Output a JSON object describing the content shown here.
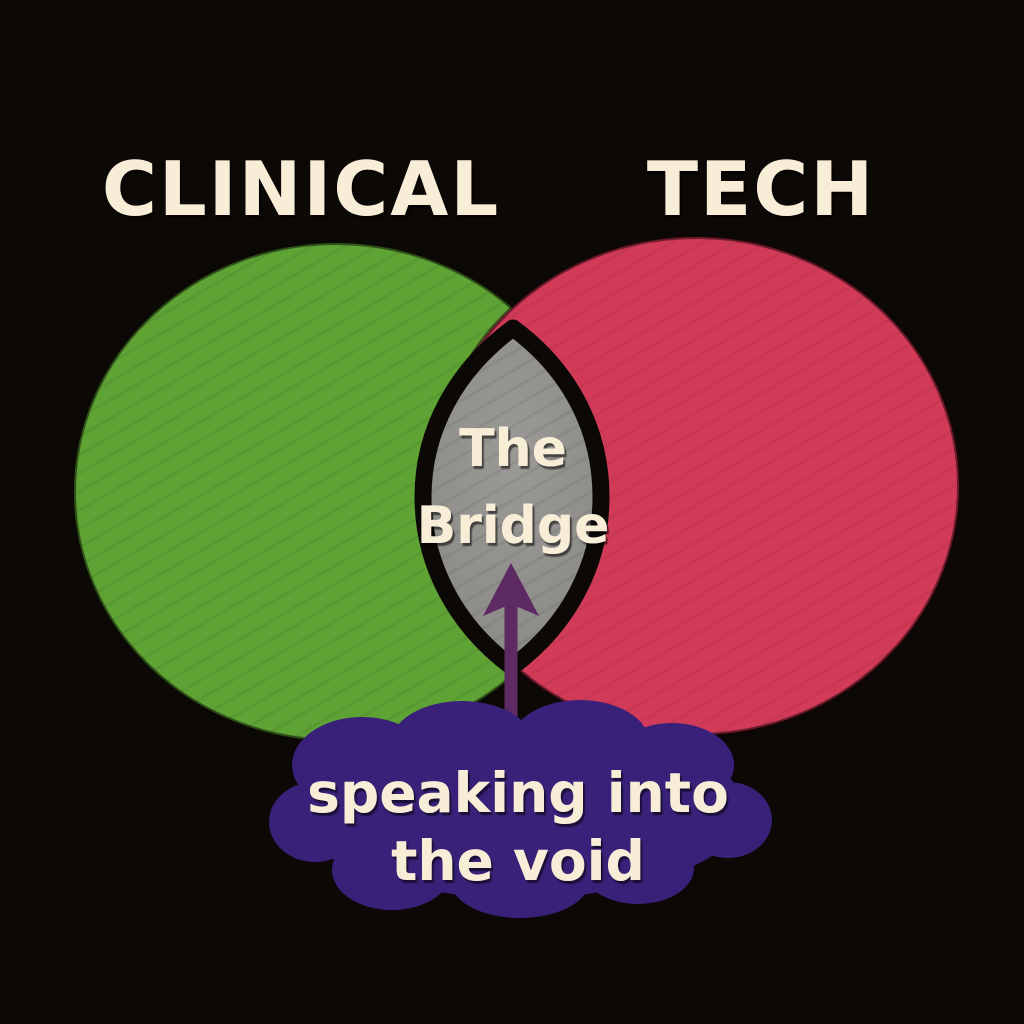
{
  "diagram": {
    "left_set_label": "CLINICAL",
    "right_set_label": "TECH",
    "intersection_label": {
      "line1": "The",
      "line2": "Bridge"
    },
    "callout": {
      "line1": "speaking into",
      "line2": "the void"
    },
    "relationships": {
      "arrow_meaning": "callout points to intersection",
      "intersection_of": [
        "CLINICAL",
        "TECH"
      ]
    },
    "colors": {
      "background": "#0b0806",
      "clinical_green": "#5fa335",
      "tech_pink": "#d23b58",
      "bridge_gray": "#8e8d8a",
      "void_purple": "#392179",
      "arrow_purple": "#5d2a63",
      "text_cream": "#f8eed8"
    }
  }
}
